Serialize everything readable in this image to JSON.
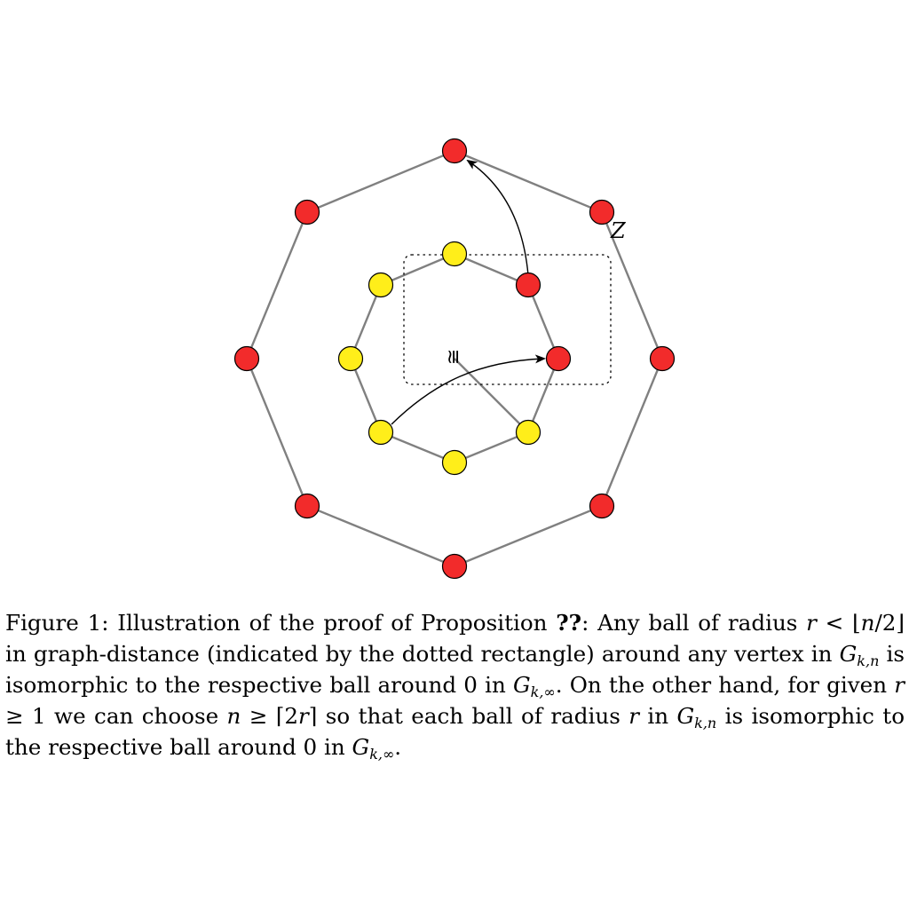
{
  "figure": {
    "outer_label": "Z",
    "iso_symbol": "≅",
    "colors": {
      "edge": "#808080",
      "node_red": "#f22b2b",
      "node_yellow": "#ffee1a"
    }
  },
  "caption": {
    "lead": "Figure 1:",
    "part1": " Illustration of the proof of Proposition ",
    "ref": "??",
    "part2": ": Any ball of radius ",
    "r1": "r",
    "part3": " < ⌊",
    "n1": "n",
    "part4": "/2⌋ in graph-distance (indicated by the dotted rectangle) around any vertex in ",
    "G1": "G",
    "G1_sub": "k,n",
    "part5": " is isomorphic to the respective ball around 0 in ",
    "G2": "G",
    "G2_sub": "k,∞",
    "part6": ". On the other hand, for given ",
    "r2": "r",
    "part7": " ≥ 1 we can choose ",
    "n2": "n",
    "part8": " ≥ ⌈2",
    "r3": "r",
    "part9": "⌉ so that each ball of radius ",
    "r4": "r",
    "part10": " in ",
    "G3": "G",
    "G3_sub": "k,n",
    "part11": " is isomorphic to the respective ball around 0 in ",
    "G4": "G",
    "G4_sub": "k,∞",
    "part12": "."
  }
}
